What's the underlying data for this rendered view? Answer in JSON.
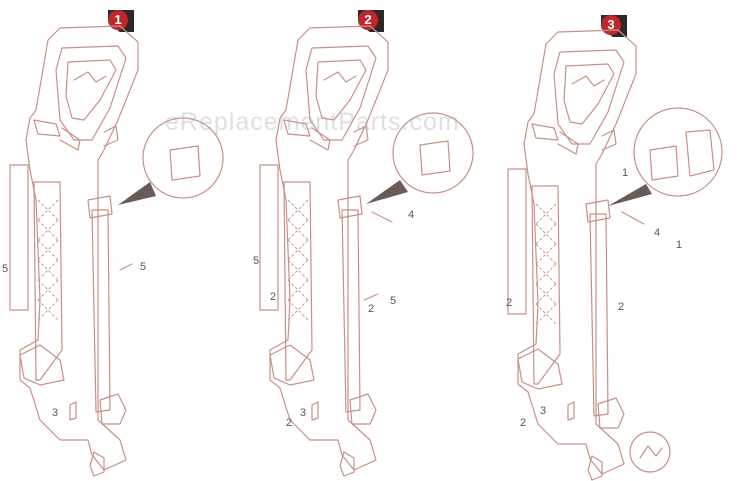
{
  "watermark": "eReplacementParts.com",
  "panels": [
    {
      "badge": "1",
      "labels": [
        "5",
        "5",
        "3"
      ]
    },
    {
      "badge": "2",
      "labels": [
        "5",
        "2",
        "4",
        "2",
        "5",
        "2",
        "3"
      ]
    },
    {
      "badge": "3",
      "labels": [
        "1",
        "4",
        "1",
        "2",
        "2",
        "2",
        "3"
      ]
    }
  ],
  "colors": {
    "line": "#c98f86",
    "badge": "#c0272d"
  }
}
